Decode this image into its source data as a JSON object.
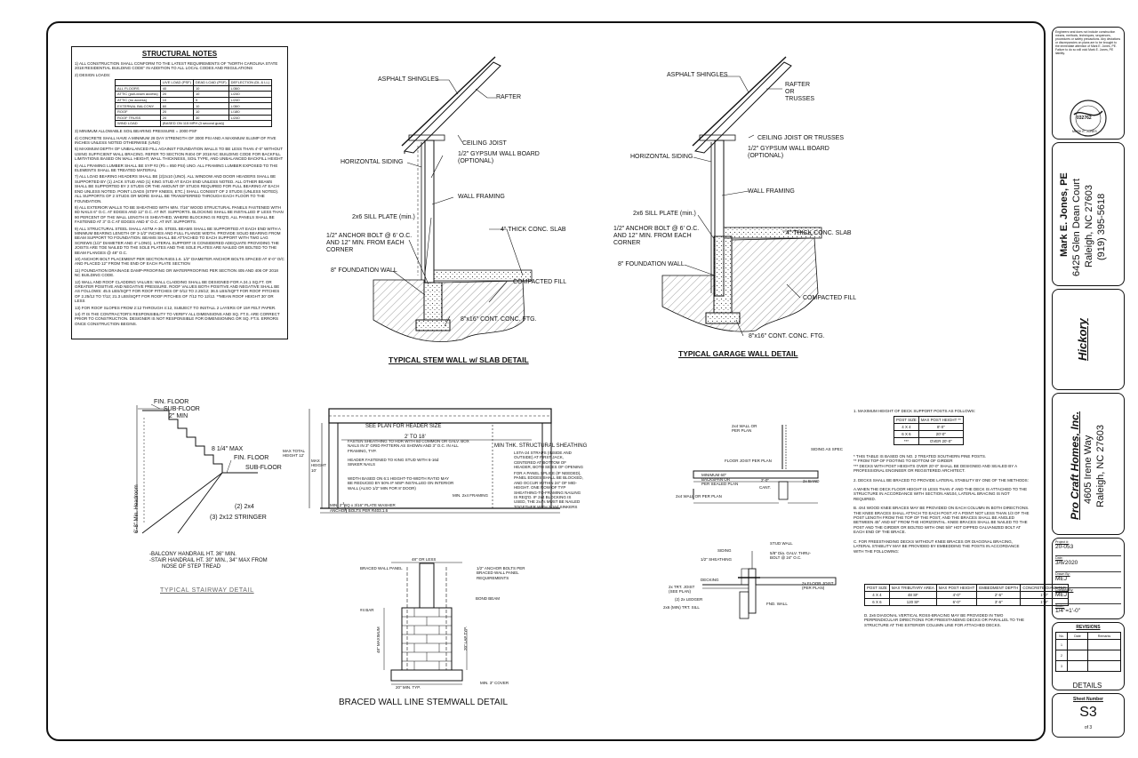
{
  "structural_notes": {
    "title": "STRUCTURAL NOTES",
    "notes": [
      "1) ALL CONSTRUCTION SHALL CONFORM TO THE LATEST REQUIREMENTS OF \"NORTH CAROLINA STATE 2018 RESIDENTIAL BUILDING CODE\" IN ADDITION TO ALL LOCAL CODES AND REGULATIONS",
      "2) DESIGN LOADS:",
      "3) MINIMUM ALLOWABLE SOIL BEARING PRESSURE = 2000 PSF",
      "4) CONCRETE SHALL HAVE A MINIMUM 28 DAY STRENGTH OF 3000 PSI AND A MAXIMUM SLUMP OF FIVE INCHES UNLESS NOTED OTHERWISE (UNO)",
      "5) MAXIMUM DEPTH OF UNBALANCED FILL AGAINST FOUNDATION WALLS TO BE LESS THAN 4'-0\" WITHOUT USING SUFFICIENT WALL BRACING. REFER TO SECTION R404 OF 2018 NC BUILDING CODE FOR BACKFILL LIMITATIONS BASED ON WALL HEIGHT, WALL THICKNESS, SOIL TYPE, AND UNBALANCED BACKFILL HEIGHT",
      "6) ALL FRAMING LUMBER SHALL BE SYP #2 (Fb = 850 PSI) UNO. ALL FRAMING LUMBER EXPOSED TO THE ELEMENTS SHALL BE TREATED MATERIAL",
      "7) ALL LOAD BEARING HEADERS SHALL BE (2)2x10 (UNO). ALL WINDOW AND DOOR HEADERS SHALL BE SUPPORTED BY (1) JACK STUD AND (1) KING STUD AT EACH END UNLESS NOTED. ALL OTHER BEAMS SHALL BE SUPPORTED BY 2 STUDS OR THE AMOUNT OF STUDS REQUIRED FOR FULL BEARING AT EACH END UNLESS NOTED. POINT LOADS (STIFF KNEES, ETC.) SHALL CONSIST OF 2 STUDS (UNLESS NOTED). ALL SUPPORTS OF 2 STUDS OR MORE SHALL BE TRANSFERRED THROUGH EACH FLOOR TO THE FOUNDATION.",
      "8) ALL EXTERIOR WALLS TO BE SHEATHED WITH MIN. 7/16\" WOOD STRUCTURAL PANELS FASTENED WITH 8D NAILS 6\" O.C. AT EDGES AND 12\" O.C. AT INT. SUPPORTS. BLOCKING SHALL BE INSTALLED IF LESS THAN 90 PERCENT OF THE WALL LENGTH IS SHEATHED, WHERE BLOCKING IS REQ'D, ALL PANELS SHALL BE FASTENED AT 3\" O.C AT EDGES AND 6\" O.C. AT INT. SUPPORTS.",
      "9) ALL STRUCTURAL STEEL SHALL ASTM A-36. STEEL BEAMS SHALL BE SUPPORTED AT EACH END WITH A MINIMUM BEARING LENGTH OF 3-1/2\" INCHES AND FULL FLANGE WIDTH. PROVIDE SOLID BEARING FROM BEAM SUPPORT TO FOUNDATION. BEAMS SHALL BE ATTACHED TO EACH SUPPORT WITH TWO LAG SCREWS (1/2\" DIAMETER AND 4\" LONG). LATERAL SUPPORT IS CONSIDERED ADEQUATE PROVIDING THE JOISTS ARE TOE NAILED TO THE SOLE PLATES AND THE SOLE PLATES ARE NAILED OR BOLTED TO THE BEAM FLANGES @ 48\" O.C.",
      "10) ANCHOR BOLT PLACEMENT PER SECTION R403.1.6. 1/2\" DIAMETER ANCHOR BOLTS SPACED AT 6'-0\" O/C AND PLACED 12\" FROM THE END OF EACH PLATE SECTION",
      "11) FOUNDATION DRAINAGE DAMP-PROOFING OR WATERPROOFING PER SECTION 405 AND 406 OF 2018 NC BUILDING CODE.",
      "12) WALL AND ROOF CLADDING VALUES: WALL CLADDING SHALL BE DESIGNED FOR A 24.1 SQ.FT. OR GREATER POSITIVE AND NEGATIVE PRESSURE. ROOF VALUES BOTH POSITIVE AND NEGATIVE SHALL BE AS FOLLOWS: 45.5 LBS/SQFT FOR ROOF PITCHES OF 0/12 TO 2.25/12; 36.5 LBS/SQFT FOR ROOF PITCHES OF 2.25/12 TO 7/12; 21.3 LBS/SQFT FOR ROOF PITCHES OF 7/12 TO 12/12. **MEAN ROOF HEIGHT 30' OR LESS",
      "13) FOR ROOF SLOPES FROM 2:12 THROUGH 4:12, SUBJECT TO INSTALL 2 LAYERS OF 15# FELT PAPER.",
      "14) IT IS THE CONTRACTOR'S RESPONSIBILITY TO VERIFY ALL DIMENSIONS AND SQ. FT.S. ARE CORRECT PRIOR TO CONSTRUCTION. DESIGNER IS NOT RESPONSIBLE FOR DIMENSIONING OR SQ. FT.S. ERRORS ONCE CONSTRUCTION BEGINS."
    ],
    "load_table": {
      "headers": [
        "",
        "LIVE LOAD (PSF)",
        "DEAD LOAD (PSF)",
        "DEFLECTION (DL & LL)"
      ],
      "rows": [
        [
          "ALL FLOORS",
          "40",
          "10",
          "L/360"
        ],
        [
          "ATTIC (pull-down access)",
          "20",
          "10",
          "L/240"
        ],
        [
          "ATTIC (no access)",
          "10",
          "5",
          "L/240"
        ],
        [
          "EXTERNAL BALCONY",
          "60",
          "10",
          "L/360"
        ],
        [
          "ROOF",
          "20",
          "10",
          "L/180"
        ],
        [
          "ROOF TRUSS",
          "20",
          "30",
          "L/240"
        ],
        [
          "WIND LOAD",
          "(BASED ON 115 MPH (3 second gust))",
          "",
          ""
        ]
      ]
    }
  },
  "stem_wall": {
    "title": "TYPICAL STEM WALL w/ SLAB DETAIL",
    "labels": {
      "shingles": "ASPHALT SHINGLES",
      "rafter": "RAFTER",
      "ceiling": "CEILING JOIST",
      "siding": "HORIZONTAL SIDING",
      "gyp1": "1/2\" GYPSUM WALL BOARD",
      "gyp2": "(OPTIONAL)",
      "framing": "WALL FRAMING",
      "sill": "2x6 SILL PLATE (min.)",
      "slab": "4\" THICK CONC. SLAB",
      "anchor1": "1/2\" ANCHOR BOLT @ 6' O.C.",
      "anchor2": "AND 12\" MIN. FROM EACH",
      "anchor3": "CORNER",
      "foundation": "8\" FOUNDATION WALL",
      "fill": "COMPACTED FILL",
      "footing": "8\"x16\" CONT. CONC. FTG."
    }
  },
  "garage_wall": {
    "title": "TYPICAL GARAGE WALL DETAIL",
    "labels": {
      "shingles": "ASPHALT SHINGLES",
      "rafter1": "RAFTER",
      "rafter2": "OR",
      "rafter3": "TRUSSES",
      "ceiling": "CEILING JOIST OR TRUSSES",
      "siding": "HORIZONTAL SIDING",
      "gyp1": "1/2\" GYPSUM WALL BOARD",
      "gyp2": "(OPTIONAL)",
      "framing": "WALL FRAMING",
      "sill": "2x6 SILL PLATE (min.)",
      "slab": "4\" THICK CONC. SLAB",
      "anchor1": "1/2\" ANCHOR BOLT @ 6' O.C.",
      "anchor2": "AND 12\" MIN. FROM EACH",
      "anchor3": "CORNER",
      "foundation": "8\" FOUNDATION WALL",
      "fill": "COMPACTED FILL",
      "footing": "8\"x16\" CONT. CONC. FTG."
    }
  },
  "stairway": {
    "title": "TYPICAL STAIRWAY DETAIL",
    "labels": {
      "fin_floor_top": "FIN. FLOOR",
      "sub_floor_top": "SUB-FLOOR",
      "min_top": "2\" MIN",
      "riser": "8 1/4\" MAX",
      "fin_floor": "FIN. FLOOR",
      "sub_floor": "SUB-FLOOR",
      "headroom": "6'-8\" Min. Headroom",
      "stringer_a": "(2) 2x4",
      "stringer_b": "(3) 2x12 STRINGER",
      "note1": "-BALCONY HANDRAIL HT. 36\" MIN.",
      "note2": "-STAIR HANDRAIL HT. 30\" MIN., 34\" MAX FROM",
      "note3": "NOSE OF STEP TREAD"
    }
  },
  "portal_frame": {
    "labels": {
      "header": "SEE PLAN FOR HEADER SIZE",
      "span": "2' TO 18'",
      "sheathing": "MIN THK. STRUCTURAL SHEATHING",
      "height_max": "MAX TOTAL HEIGHT 12'",
      "height": "MAX HEIGHT 10'",
      "n1": "FASTEN SHEATHING TO HDR WITH 8d COMMON OR GALV. BOX NAILS IN 3\" GRID PATTERN AS SHOWN AND 3\" O.C. IN ALL FRAMING, TYP.",
      "n2": "HEADER FASTENED TO KING STUD WITH 6-16d SINKER NAILS",
      "n3": "WIDTH BASED ON 6:1 HEIGHT-TO-WIDTH RATIO MAY BE REDUCED BY 50% IF MSP INSTALLED ON INTERIOR WALL (ALSO 1/2\" MIN FOR 8' DOOR)",
      "n4": "LSTA-24 STRAPS (INSIDE AND OUTSIDE) AT FIRST JACK, CENTERED AT BOTTOM OF HEADER, BOTH SIDES OF OPENING",
      "n5": "FOR A PANEL SPLICE (IF NEEDED), PANEL EDGES SHALL BE BLOCKED, AND OCCUR WITHIN 24\" OF MID-HEIGHT. ONE ROW OF TYP SHEATHING-TO-FRAMING NAILING IS REQ'D. IF 2x4 BLOCKING IS USED, THE 2x4's MUST BE NAILED TOGETHER WITH 3-16d SINKERS",
      "framing": "MIN. 2x4 FRAMING",
      "washer": "MIN. 2\" SQ x 3/16\" PLATE WASHER",
      "anchor": "ANCHOR BOLTS PER R403.1.6"
    }
  },
  "braced_wall": {
    "title": "BRACED WALL LINE STEMWALL DETAIL",
    "labels": {
      "width": "48\" OR LESS",
      "panel": "BRACED WALL PANEL",
      "anchor": "1/2\" ANCHOR BOLTS PER BRACED WALL PANEL REQUIREMENTS",
      "bond": "BOND BEAM",
      "bar": "#4 BAR",
      "max_height": "48\" MAXIMUM",
      "lap": "20\" LAP TYP.",
      "typ": "20\" MIN. TYP.",
      "cover": "MIN. 3\" COVER"
    }
  },
  "deck": {
    "labels": {
      "wall": "2x4 WALL OR PER PLAN",
      "siding": "SIDING AS SPEC",
      "joist": "FLOOR JOIST PER PLAN",
      "min60_1": "MINIMUM 60\"",
      "min60_2": "BACKSPAN OR",
      "min60_3": "PER SEALED PLAN",
      "cant": "2'-0\"",
      "cant2": "CANT.",
      "band": "2x BAND",
      "wall2": "2x4 WALL OR PER PLAN"
    },
    "ledger_labels": {
      "siding": "SIDING",
      "sheathing": "1/2\" SHEATHING",
      "stud": "STUD WALL",
      "bolt": "5/8\" Dia. GALV. THRU-BOLT @ 24\" O.C.",
      "decking": "DECKING",
      "joist_tie": "2x TRT. JOIST (SEE PLAN)",
      "ledger": "(2) 2x LEDGER",
      "sill": "2x6 (MIN) TRT. SILL",
      "floor_joist": "2x FLOOR JOIST (PER PLAN)",
      "fnd": "FND. WALL"
    },
    "notes_a": "1. MAXIMUM HEIGHT OF DECK SUPPORT POSTS AS FOLLOWS:",
    "post_table": {
      "headers": [
        "POST SIZE",
        "MAX POST HEIGHT **"
      ],
      "rows": [
        [
          "4 X 4",
          "8'-0\""
        ],
        [
          "6 X 6",
          "20'-0\""
        ],
        [
          "***",
          "OVER 20'-0\""
        ]
      ]
    },
    "notes_b": [
      "* THIS TABLE IS BASED ON NO. 2 TREATED SOUTHERN PINE POSTS.",
      "** FROM TOP OF FOOTING TO BOTTOM OF GIRDER",
      "*** DECKS WITH POST HEIGHTS OVER 20'-0\" SHALL BE DESIGNED AND SEALED BY A PROFESSIONAL ENGINEER OR REGISTERED ARCHITECT.",
      "2. DECKS SHALL BE BRACED TO PROVIDE LATERAL STABILITY BY ONE OF THE METHODS:",
      "A.WHEN THE DECK FLOOR HEIGHT IS LESS THAN 4' AND THE DECK IS ATTACHED TO THE STRUCTURE IN ACCORDANCE WITH SECTION AM104, LATERAL BRACING IS NOT REQUIRED.",
      "B. 4X4 WOOD KNEE BRACES MAY BE PROVIDED ON EACH COLUMN IN BOTH DIRECTIONS. THE KNEE BRACES SHALL ATTACH TO EACH POST AT A POINT NOT LESS THAN 1/3 OF THE POST LENGTH FROM THE TOP OF THE POST, AND THE BRACES SHALL BE ANGLED BETWEEN 45° AND 60° FROM THE HORIZONTAL. KNEE BRACES SHALL BE NAILED TO THE POST AND THE GIRDER OR BOLTED WITH ONE 5/8\" HOT DIPPED GALVANIZED BOLT AT EACH END OF THE BRACE.",
      "C. FOR FREESTANDING DECKS WITHOUT KNEE BRACES OR DIAGONAL BRACING, LATERAL STABILITY MAY BE PROVIDED BY EMBEDDING THE POSTS IN ACCORDANCE WITH THE FOLLOWING:"
    ],
    "embed_table": {
      "headers": [
        "POST SIZE",
        "MAX TRIBUTARY AREA",
        "MAX POST HEIGHT",
        "EMBEDMENT DEPTH",
        "CONCRETE DIAMETER"
      ],
      "rows": [
        [
          "4 X 4",
          "48 SF",
          "4'-0\"",
          "2'-6\"",
          "1'-0\""
        ],
        [
          "6 X 6",
          "120 SF",
          "6'-0\"",
          "3'-6\"",
          "1'-8\""
        ]
      ]
    },
    "notes_c": "D. 2x6 DIAGONAL VERTICAL ROSS-BRACING MAY BE PROVIDED IN TWO PERPENDICULAR DIRECTIONS FOR FREESTANDING DECKS OR PARALLEL TO THE STRUCTURE AT THE EXTERIOR COLUMN LINE FOR ATTACHED DECKS."
  },
  "title_block": {
    "disclaimer": "Engineers seal does not include construction means, methods, techniques, sequences, procedures or safety precautions. Any deviations or discrepancies on plans are to be brought to the immediate attention of Mark E. Jones, PE. Failure to do so will void Mark E. Jones, PE liability.",
    "seal_number": "032762",
    "seal_name": "MARK E. JONES",
    "engineer_name": "Mark E. Jones, PE",
    "engineer_addr1": "6425 Glen Dean Court",
    "engineer_addr2": "Raleigh, NC 27603",
    "engineer_phone": "(919) 395-5618",
    "project_name": "Hickory",
    "client_name": "Pro Craft Homes, Inc.",
    "client_addr1": "4605 Irene Way",
    "client_addr2": "Raleigh, NC 27603",
    "fields": [
      {
        "label": "Project #:",
        "value": "20-053"
      },
      {
        "label": "Date:",
        "value": "3/6/2020"
      },
      {
        "label": "Drawn By:",
        "value": "MEJ"
      },
      {
        "label": "Checked By:",
        "value": "MEJ"
      },
      {
        "label": "Scale:",
        "value": "1/4\"=1'-0\""
      }
    ],
    "revisions_title": "REVISIONS",
    "revisions_headers": [
      "No.",
      "Date",
      "Remarks"
    ],
    "revisions_rows": [
      "1",
      "2",
      "3"
    ],
    "sheet_label": "DETAILS",
    "sheet_number_label": "Sheet Number",
    "sheet_number": "S3",
    "sheet_of": "of 3"
  }
}
